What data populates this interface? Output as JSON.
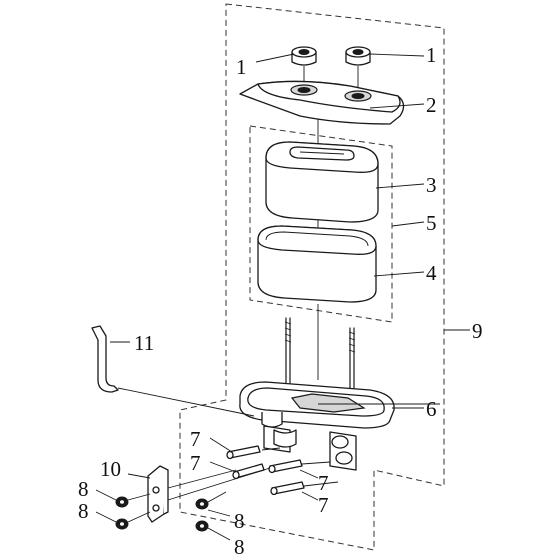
{
  "callouts": {
    "c1_left": "1",
    "c1_right": "1",
    "c2": "2",
    "c3": "3",
    "c4": "4",
    "c5": "5",
    "c6": "6",
    "c7_a": "7",
    "c7_b": "7",
    "c7_c": "7",
    "c7_d": "7",
    "c8_a": "8",
    "c8_b": "8",
    "c8_c": "8",
    "c8_d": "8",
    "c9": "9",
    "c10": "10",
    "c11": "11"
  }
}
